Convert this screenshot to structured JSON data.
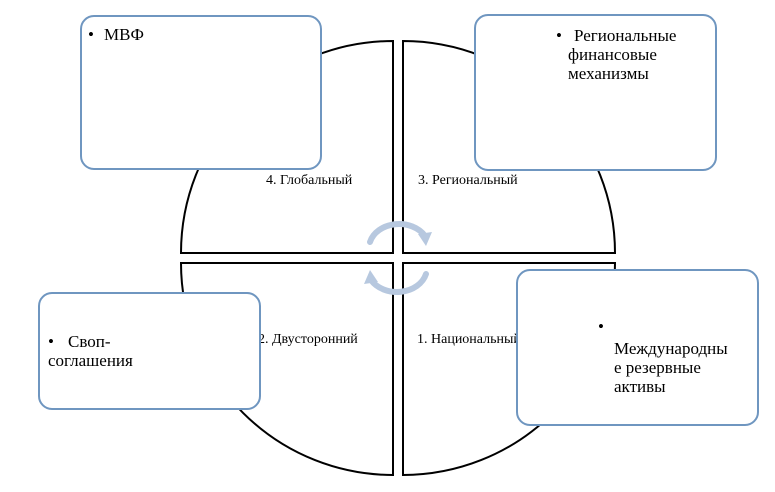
{
  "quadrants": {
    "top_left": "4. Глобальный",
    "top_right": "3. Региональный",
    "bottom_left": "2. Двусторонний",
    "bottom_right": "1. Национальный"
  },
  "boxes": {
    "top_left": {
      "bullet": "•",
      "lines": [
        "МВФ"
      ]
    },
    "top_right": {
      "bullet": "•",
      "lines": [
        "Региональные",
        "финансовые",
        "механизмы"
      ]
    },
    "bottom_left": {
      "bullet": "•",
      "lines": [
        "Своп-",
        "соглашения"
      ]
    },
    "bottom_right": {
      "bullet": "•",
      "lines": [
        "Международны",
        "е резервные",
        "активы"
      ]
    }
  },
  "colors": {
    "box_border": "#6f96c0",
    "cycle_arrows": "#b7c8df",
    "quadrant_stroke": "#000000"
  },
  "center_icon": "circular-cycle-arrows-icon"
}
